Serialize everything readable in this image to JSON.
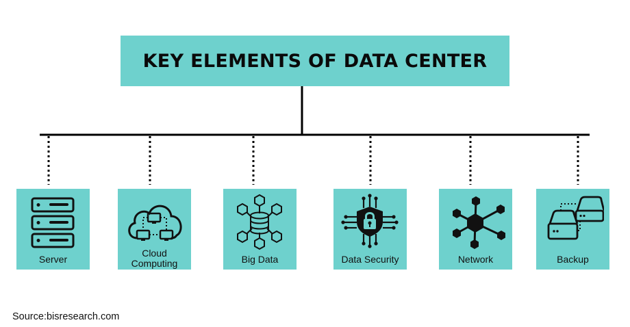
{
  "title": "KEY ELEMENTS OF DATA CENTER",
  "accent_color": "#6ed1cd",
  "line_color": "#000000",
  "elements": [
    {
      "label": "Server",
      "icon": "server-rack-icon"
    },
    {
      "label": "Cloud\nComputing",
      "icon": "cloud-network-icon"
    },
    {
      "label": "Big Data",
      "icon": "database-nodes-icon"
    },
    {
      "label": "Data Security",
      "icon": "shield-lock-icon"
    },
    {
      "label": "Network",
      "icon": "hexagon-network-icon"
    },
    {
      "label": "Backup",
      "icon": "hard-drive-backup-icon"
    }
  ],
  "source": "Source:bisresearch.com"
}
